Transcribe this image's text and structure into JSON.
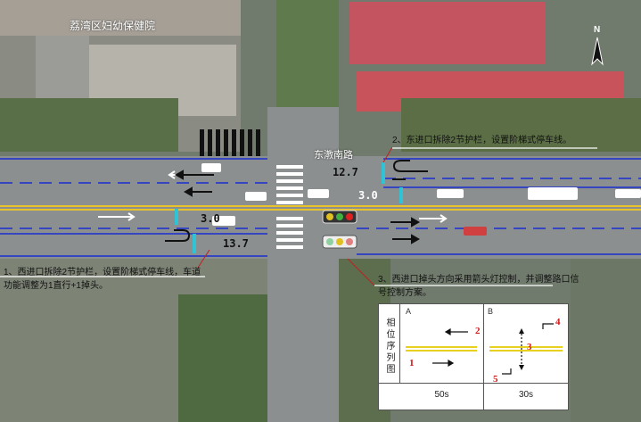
{
  "map": {
    "hospital_label": "荔湾区妇幼保健院",
    "road_label": "东漖南路",
    "distances": {
      "east_top": "12.7",
      "east_mid": "3.0",
      "west_mid": "3.0",
      "west_bottom": "13.7"
    },
    "notes": {
      "east": "2、东进口拆除2节护栏，设置阶梯式停车线。",
      "west": "1、西进口拆除2节护栏，设置阶梯式停车线，车道功能调整为1直行+1掉头。",
      "uturn": "3、西进口掉头方向采用箭头灯控制，并调整路口信号控制方案。"
    },
    "north_arrow": "N",
    "colors": {
      "lane_line": "#1a2fd0",
      "marker": "#2ec4d6",
      "red_note_line": "#c02020",
      "centerline": "#e8c42a"
    }
  },
  "phase_diagram": {
    "side_label": "相位序列图",
    "phases": [
      {
        "id": "A",
        "duration": "50s"
      },
      {
        "id": "B",
        "duration": "30s"
      }
    ],
    "movement_numbers": [
      "1",
      "2",
      "3",
      "4",
      "5"
    ]
  }
}
